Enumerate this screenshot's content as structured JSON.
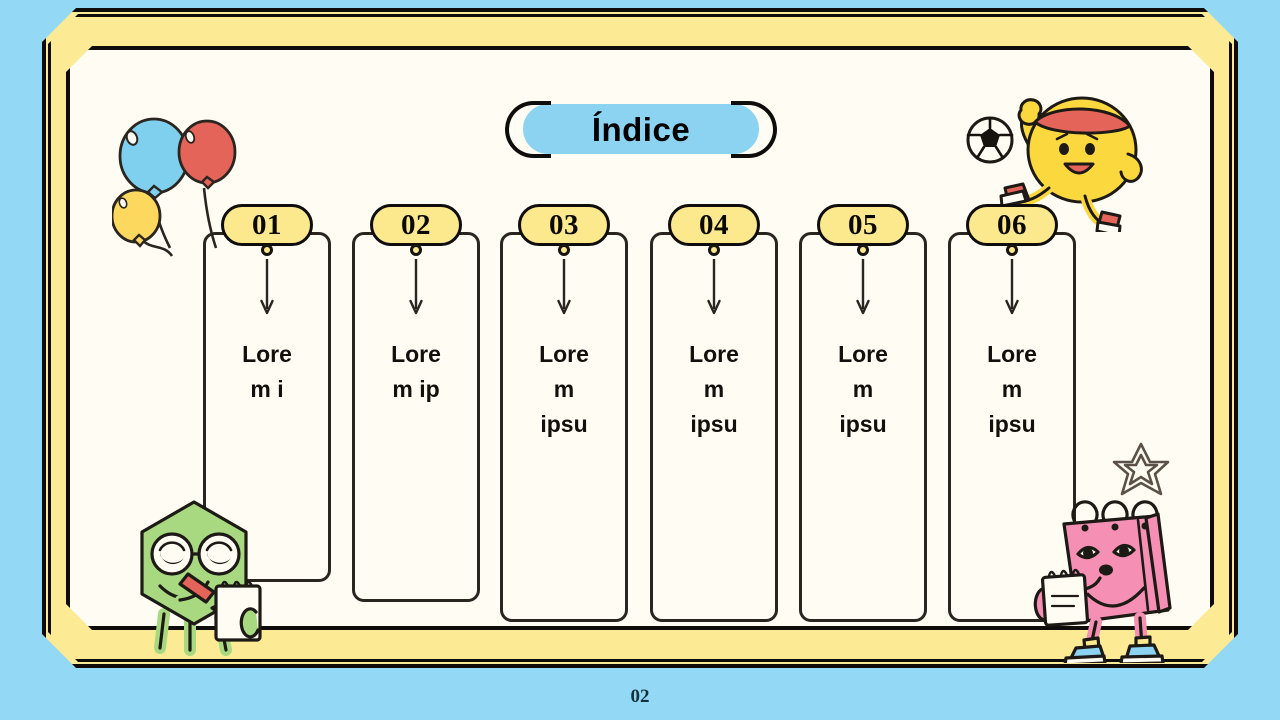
{
  "slide": {
    "title": "Índice",
    "page_number": "02",
    "background_color": "#93d9f5",
    "frame_color": "#fceb94",
    "panel_color": "#fffcf4",
    "title_pill_color": "#8bd3f0",
    "badge_color": "#fce98e",
    "outline_color": "#0f0d0b"
  },
  "items": [
    {
      "number": "01",
      "text": "Lorem i"
    },
    {
      "number": "02",
      "text": "Lorem ip"
    },
    {
      "number": "03",
      "text": "Lorem ipsu"
    },
    {
      "number": "04",
      "text": "Lorem ipsu"
    },
    {
      "number": "05",
      "text": "Lorem ipsu"
    },
    {
      "number": "06",
      "text": "Lorem ipsu"
    }
  ],
  "decorations": [
    {
      "name": "balloons",
      "colors": [
        "#7fcfee",
        "#e4645a",
        "#fcd95e"
      ]
    },
    {
      "name": "soccer-character",
      "colors": [
        "#fcd83f",
        "#e4645a"
      ]
    },
    {
      "name": "green-hexagon-character",
      "colors": [
        "#a8d981",
        "#e4645a"
      ]
    },
    {
      "name": "pink-notebook-character",
      "colors": [
        "#f58fb4",
        "#8bd3f0"
      ]
    },
    {
      "name": "star-outline",
      "colors": [
        "#2b2520"
      ]
    }
  ]
}
